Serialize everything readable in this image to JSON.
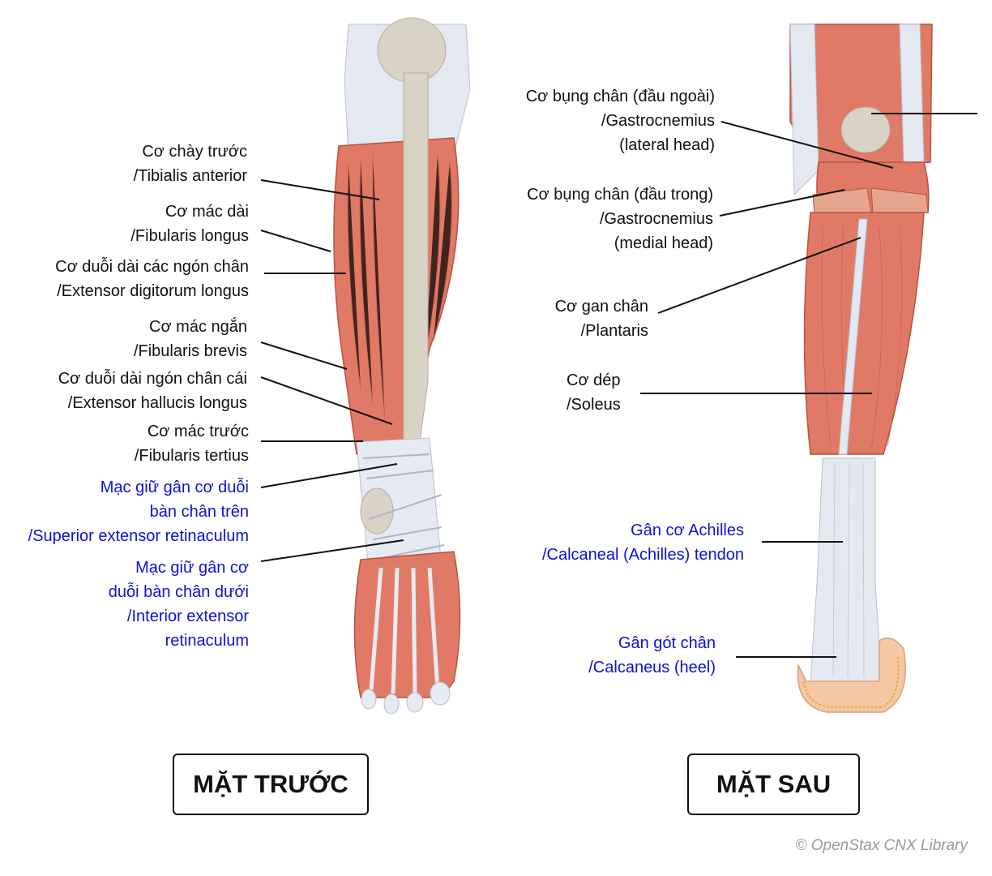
{
  "front": {
    "title": "MẶT TRƯỚC",
    "labels": [
      {
        "lines": [
          "Cơ chày trước",
          "/Tibialis anterior"
        ]
      },
      {
        "lines": [
          "Cơ mác dài",
          "/Fibularis longus"
        ]
      },
      {
        "lines": [
          "Cơ duỗi dài các ngón chân",
          "/Extensor digitorum longus"
        ]
      },
      {
        "lines": [
          "Cơ mác ngắn",
          "/Fibularis brevis"
        ]
      },
      {
        "lines": [
          "Cơ duỗi dài ngón chân cái",
          "/Extensor hallucis longus"
        ]
      },
      {
        "lines": [
          "Cơ mác trước",
          "/Fibularis tertius"
        ]
      },
      {
        "lines": [
          "Mạc giữ gân cơ duỗi",
          "bàn chân trên",
          "/Superior extensor retinaculum"
        ]
      },
      {
        "lines": [
          "Mạc giữ gân cơ",
          "duỗi bàn chân dưới",
          "/Interior extensor",
          "retinaculum"
        ]
      }
    ]
  },
  "back": {
    "title": "MẶT SAU",
    "labels": [
      {
        "lines": [
          "Cơ bụng chân (đầu ngoài)",
          "/Gastrocnemius",
          "(lateral head)"
        ]
      },
      {
        "lines": [
          "Cơ bụng chân (đầu trong)",
          "/Gastrocnemius",
          "(medial head)"
        ]
      },
      {
        "lines": [
          "Cơ gan chân",
          "/Plantaris"
        ]
      },
      {
        "lines": [
          "Cơ dép",
          "/Soleus"
        ]
      },
      {
        "lines": [
          "Gân cơ Achilles",
          "/Calcaneal (Achilles) tendon"
        ]
      },
      {
        "lines": [
          "Gân gót chân",
          "/Calcaneus (heel)"
        ]
      }
    ]
  },
  "credit": "© OpenStax CNX Library",
  "colors": {
    "muscle": "#e07a66",
    "tendon": "#dfe4ee",
    "bone": "#d8d2c4",
    "blue_label": "#0b12d6"
  }
}
